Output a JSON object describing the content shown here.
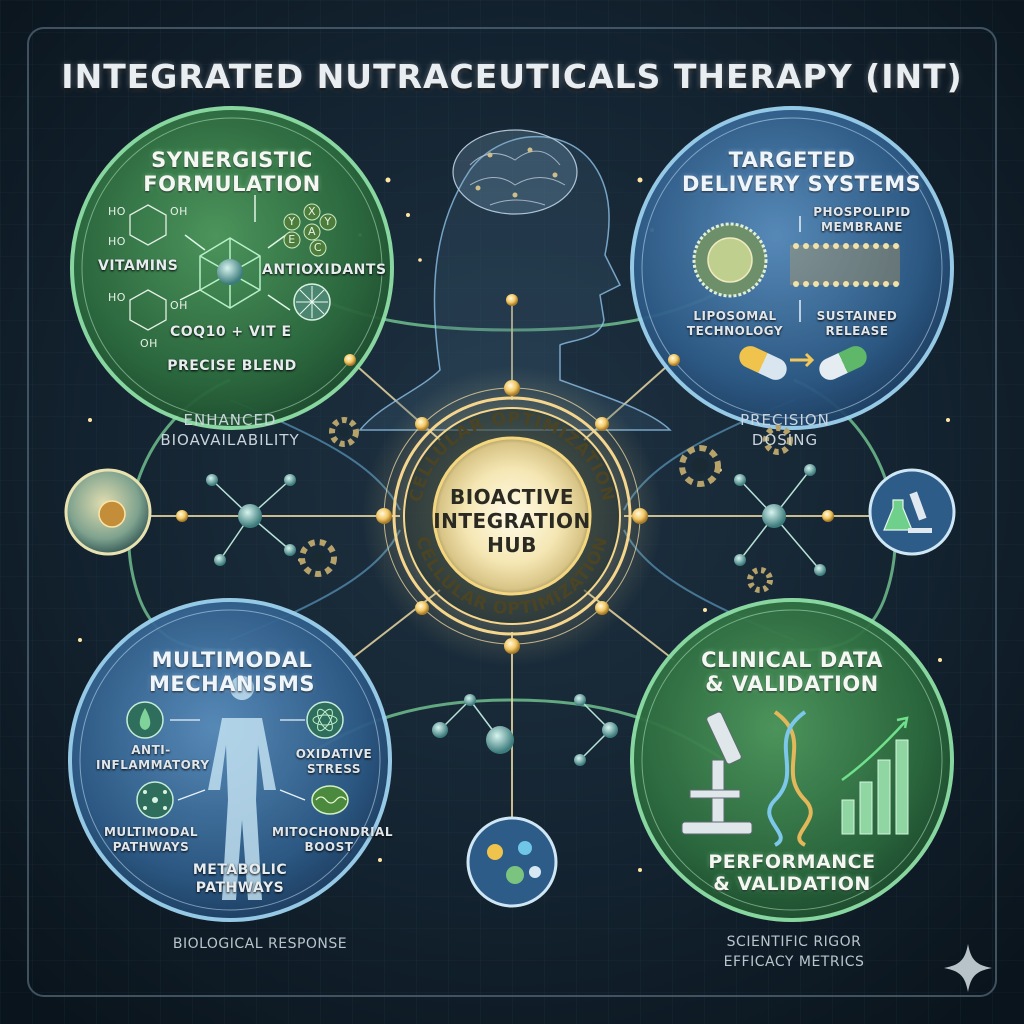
{
  "title": "INTEGRATED NUTRACEUTICALS THERAPY (INT)",
  "hub": {
    "ring_top": "CELLULAR OPTIMIZATION",
    "ring_bottom": "CELLULAR OPTIMIZATION",
    "line1": "BIOACTIVE",
    "line2": "INTEGRATION",
    "line3": "HUB"
  },
  "synergistic": {
    "title_line1": "SYNERGISTIC",
    "title_line2": "FORMULATION",
    "vitamins": "VITAMINS",
    "antioxidants": "ANTIOXIDANTS",
    "coq10": "COQ10 + VIT E",
    "precise_blend": "PRECISE BLEND",
    "ho1": "HO",
    "oh1": "OH",
    "ho2": "HO",
    "ho3": "HO",
    "oh2": "OH",
    "oh3": "OH",
    "x_labels": [
      "Y",
      "X",
      "Y",
      "E",
      "A",
      "C"
    ]
  },
  "targeted": {
    "title_line1": "TARGETED",
    "title_line2": "DELIVERY SYSTEMS",
    "phospholipid_line1": "PHOSPOLIPID",
    "phospholipid_line2": "MEMBRANE",
    "liposomal_line1": "LIPOSOMAL",
    "liposomal_line2": "TECHNOLOGY",
    "sustained_line1": "SUSTAINED",
    "sustained_line2": "RELEASE"
  },
  "multimodal": {
    "title_line1": "MULTIMODAL",
    "title_line2": "MECHANISMS",
    "anti_line1": "ANTI-",
    "anti_line2": "INFLAMMATORY",
    "oxidative_line1": "OXIDATIVE",
    "oxidative_line2": "STRESS",
    "multimodal_line1": "MULTIMODAL",
    "multimodal_line2": "PATHWAYS",
    "mito_line1": "MITOCHONDRIAL",
    "mito_line2": "BOOST",
    "metabolic_line1": "METABOLIC",
    "metabolic_line2": "PATHWAYS"
  },
  "clinical": {
    "title_line1": "CLINICAL DATA",
    "title_line2": "& VALIDATION",
    "perf_line1": "PERFORMANCE",
    "perf_line2": "& VALIDATION"
  },
  "side_labels": {
    "enhanced_line1": "ENHANCED",
    "enhanced_line2": "BIOAVAILABILITY",
    "precision_line1": "PRECISION",
    "precision_line2": "DOSING"
  },
  "footer": {
    "left": "BIOLOGICAL RESPONSE",
    "right_line1": "SCIENTIFIC RIGOR",
    "right_line2": "EFFICACY METRICS"
  },
  "colors": {
    "background": "#0e1a24",
    "green_circle": "#2f7a45",
    "blue_circle": "#2c5f8e",
    "hub_glow": "#f3d98a",
    "gold_node": "#f5c76a"
  }
}
